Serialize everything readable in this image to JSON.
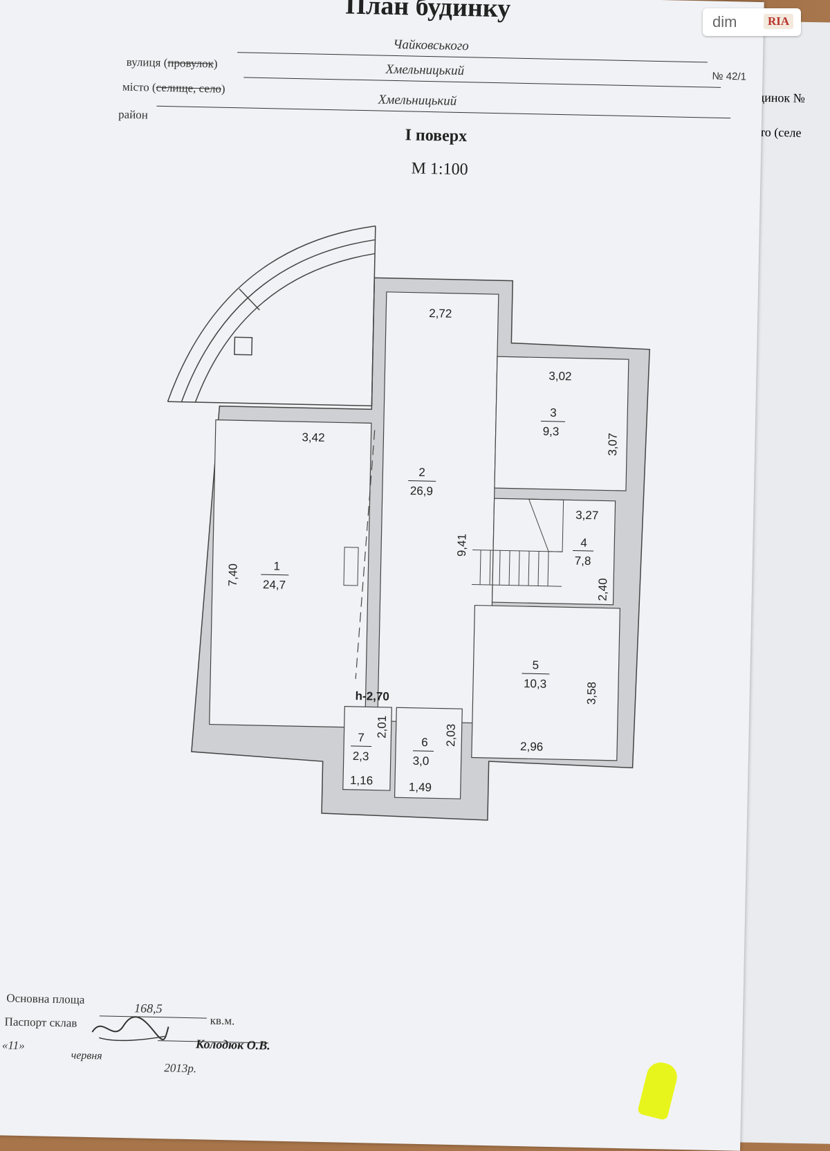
{
  "header": {
    "title": "План будинку",
    "street_label": "вулиця",
    "street_label_suffix_struck": "провулок",
    "street_value": "Чайковського",
    "city_label": "місто",
    "city_label_suffix_struck": "селище, село",
    "city_value": "Хмельницький",
    "district_label": "район",
    "district_value": "Хмельницький",
    "floor_title": "І поверх",
    "scale": "М 1:100"
  },
  "side_page": {
    "text_1": "№ 42/1",
    "text_2": "динок №",
    "text_3": "істо (селе"
  },
  "watermark": {
    "brand": "dim",
    "logo": "RIA"
  },
  "plan": {
    "dims": [
      "2,72",
      "3,02",
      "3,42",
      "3,07",
      "3,27",
      "9,41",
      "7,40",
      "2,40",
      "3,58",
      "2,01",
      "2,03",
      "2,96",
      "1,16",
      "1,49"
    ],
    "rooms": [
      {
        "number": "1",
        "area": "24,7"
      },
      {
        "number": "2",
        "area": "26,9"
      },
      {
        "number": "3",
        "area": "9,3"
      },
      {
        "number": "4",
        "area": "7,8"
      },
      {
        "number": "5",
        "area": "10,3"
      },
      {
        "number": "6",
        "area": "3,0"
      },
      {
        "number": "7",
        "area": "2,3"
      }
    ],
    "height": "h-2,70"
  },
  "footer": {
    "area_label": "Основна площа",
    "area_value": "168,5",
    "area_unit": "кв.м.",
    "passport_label": "Паспорт склав",
    "author": "Колодюк О.В.",
    "day": "«11»",
    "month": "червня",
    "year": "2013р."
  }
}
